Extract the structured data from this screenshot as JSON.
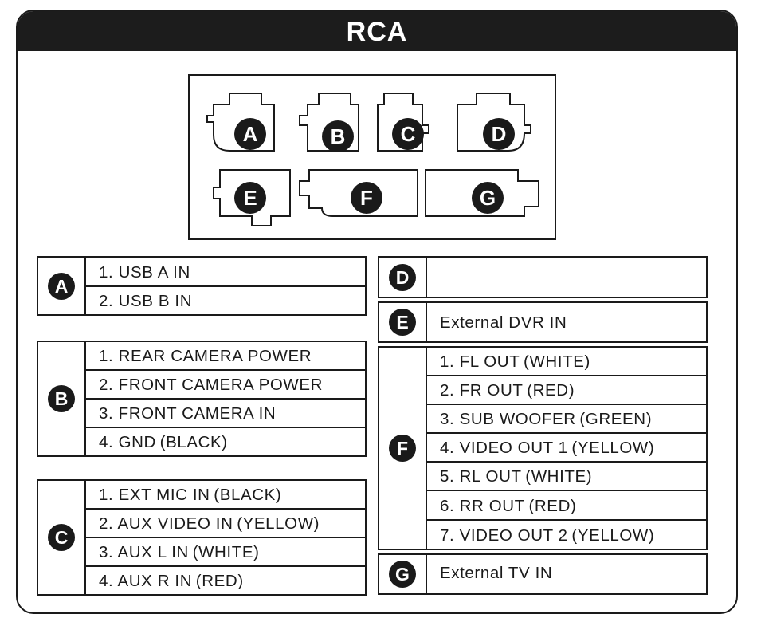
{
  "title": "RCA",
  "connector_labels": [
    "A",
    "B",
    "C",
    "D",
    "E",
    "F",
    "G"
  ],
  "tables": {
    "A": {
      "label": "A",
      "rows": [
        "1. USB  A  IN",
        "2. USB  B  IN"
      ]
    },
    "B": {
      "label": "B",
      "rows": [
        "1. REAR  CAMERA  POWER",
        "2. FRONT  CAMERA  POWER",
        "3. FRONT  CAMERA  IN",
        "4. GND (BLACK)"
      ]
    },
    "C": {
      "label": "C",
      "rows": [
        "1. EXT  MIC  IN (BLACK)",
        "2. AUX  VIDEO  IN (YELLOW)",
        "3. AUX  L  IN (WHITE)",
        "4. AUX  R  IN (RED)"
      ]
    },
    "D": {
      "label": "D",
      "rows": [
        ""
      ]
    },
    "E": {
      "label": "E",
      "rows": [
        "External  DVR  IN"
      ]
    },
    "F": {
      "label": "F",
      "rows": [
        "1. FL  OUT (WHITE)",
        "2. FR  OUT (RED)",
        "3. SUB  WOOFER (GREEN)",
        "4. VIDEO  OUT  1 (YELLOW)",
        "5. RL  OUT (WHITE)",
        "6. RR  OUT (RED)",
        "7. VIDEO  OUT  2 (YELLOW)"
      ]
    },
    "G": {
      "label": "G",
      "rows": [
        "External  TV  IN"
      ]
    }
  },
  "colors": {
    "ink": "#1a1a1a",
    "title_bg": "#1c1c1c",
    "background": "#ffffff"
  }
}
